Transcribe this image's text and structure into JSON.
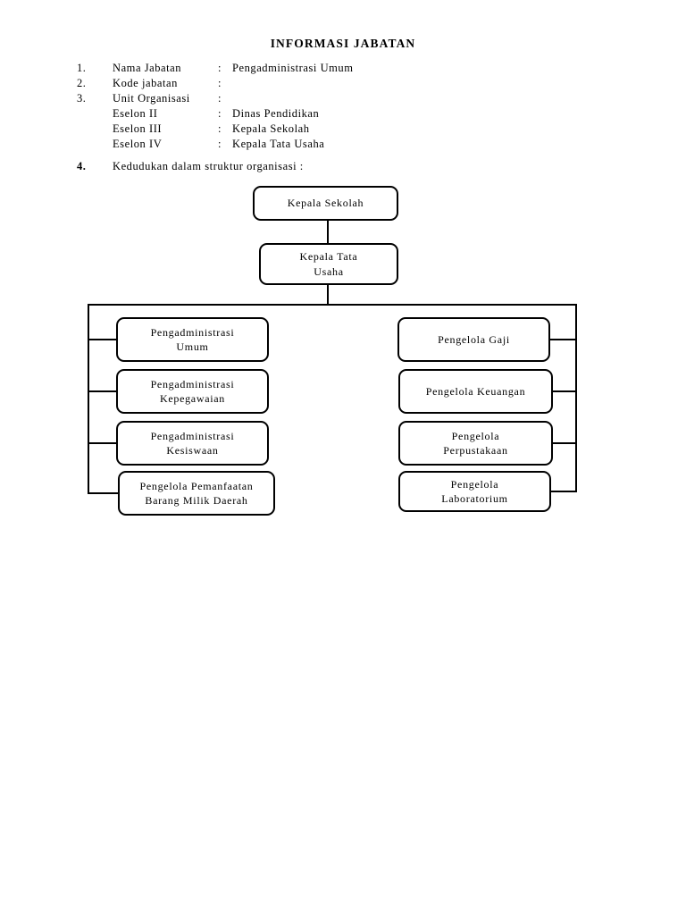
{
  "document": {
    "title": "INFORMASI JABATAN"
  },
  "info_list": [
    {
      "num": "1.",
      "label": "Nama Jabatan",
      "colon": ":",
      "value": "Pengadministrasi Umum"
    },
    {
      "num": "2.",
      "label": "Kode jabatan",
      "colon": ":",
      "value": ""
    },
    {
      "num": "3.",
      "label": "Unit Organisasi",
      "colon": ":",
      "value": ""
    },
    {
      "num": "",
      "label": "Eselon II",
      "colon": ":",
      "value": "Dinas Pendidikan"
    },
    {
      "num": "",
      "label": "Eselon III",
      "colon": ":",
      "value": "Kepala Sekolah"
    },
    {
      "num": "",
      "label": "Eselon IV",
      "colon": ":",
      "value": "Kepala Tata Usaha"
    }
  ],
  "section_4": {
    "num": "4.",
    "label": "Kedudukan dalam struktur organisasi :"
  },
  "org_chart": {
    "top": [
      {
        "name": "kepala-sekolah",
        "label": "Kepala Sekolah"
      },
      {
        "name": "kepala-tata-usaha",
        "label": "Kepala Tata\nUsaha"
      }
    ],
    "left_column": [
      {
        "name": "pengadministrasi-umum",
        "label": "Pengadministrasi\nUmum"
      },
      {
        "name": "pengadministrasi-kepegawaian",
        "label": "Pengadministrasi\nKepegawaian"
      },
      {
        "name": "pengadministrasi-kesiswaan",
        "label": "Pengadministrasi\nKesiswaan"
      },
      {
        "name": "pengelola-pemanfaatan-barang-milik-daerah",
        "label": "Pengelola Pemanfaatan\nBarang Milik Daerah"
      }
    ],
    "right_column": [
      {
        "name": "pengelola-gaji",
        "label": "Pengelola Gaji"
      },
      {
        "name": "pengelola-keuangan",
        "label": "Pengelola Keuangan"
      },
      {
        "name": "pengelola-perpustakaan",
        "label": "Pengelola\nPerpustakaan"
      },
      {
        "name": "pengelola-laboratorium",
        "label": "Pengelola\nLaboratorium"
      }
    ]
  },
  "colors": {
    "ink": "#000000",
    "paper": "#ffffff"
  }
}
